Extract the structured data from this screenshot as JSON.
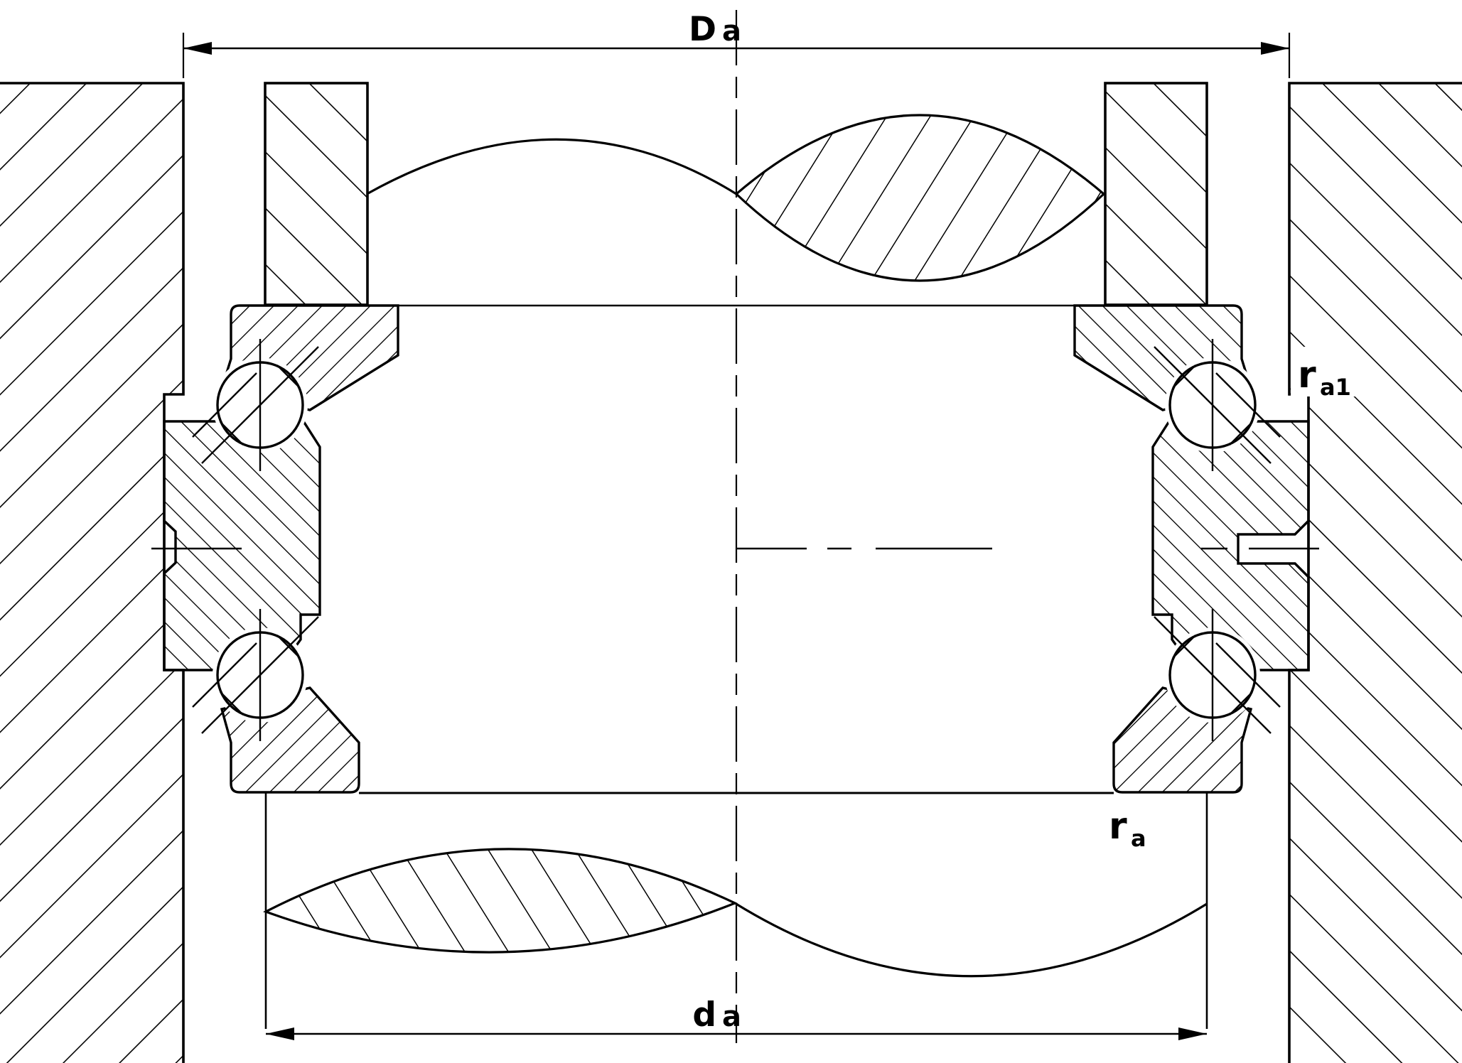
{
  "drawing": {
    "title": "Double direction thrust ball bearing - abutment and fillet dimensions (section drawing)",
    "type": "engineering-cross-section",
    "background_color": "#ffffff",
    "line_color": "#000000"
  },
  "dimensions": {
    "housing_abutment_diameter": {
      "main": "D",
      "sub": "a"
    },
    "shaft_abutment_diameter": {
      "main": "d",
      "sub": "a"
    },
    "shaft_washer_fillet": {
      "main": "r",
      "sub": "a"
    },
    "housing_fillet": {
      "main": "r",
      "sub": "a1"
    }
  },
  "parts": [
    {
      "name": "housing-left",
      "hatch": "forward-wide"
    },
    {
      "name": "housing-right",
      "hatch": "backward-wide"
    },
    {
      "name": "shaft-sleeve-top-left",
      "hatch": "backward-wide"
    },
    {
      "name": "shaft-sleeve-top-right",
      "hatch": "backward-wide"
    },
    {
      "name": "upper-shaft-washer",
      "hatch": "fine"
    },
    {
      "name": "middle-housing-washer",
      "hatch": "fine"
    },
    {
      "name": "lower-shaft-washer",
      "hatch": "fine"
    },
    {
      "name": "balls",
      "count": 4
    },
    {
      "name": "break-line-top",
      "lens_hatch": "steep-forward"
    },
    {
      "name": "break-line-bottom",
      "lens_hatch": "steep-backward"
    }
  ]
}
